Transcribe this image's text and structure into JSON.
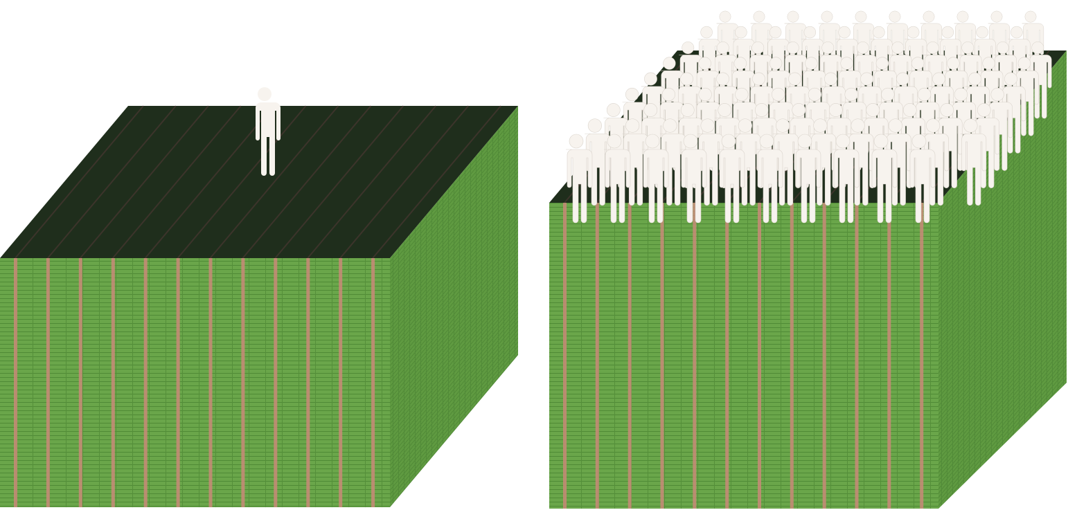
{
  "scene": {
    "description_visible_text": "",
    "colors": {
      "front_face": "#6aa64a",
      "front_face_dark": "#4f8a36",
      "side_face": "#5f9a41",
      "top_face": "#1f2e1c",
      "band_stripe": "#c88a78",
      "person": "#f7f3ee",
      "background": "#ffffff"
    },
    "icons": {
      "person": "person-icon",
      "money_block": "money-stack-block"
    }
  },
  "blocks": [
    {
      "name": "money-block-left",
      "person_count": 1,
      "stripe_count": 12
    },
    {
      "name": "money-block-right",
      "person_count": 99,
      "stripe_count": 12
    }
  ]
}
